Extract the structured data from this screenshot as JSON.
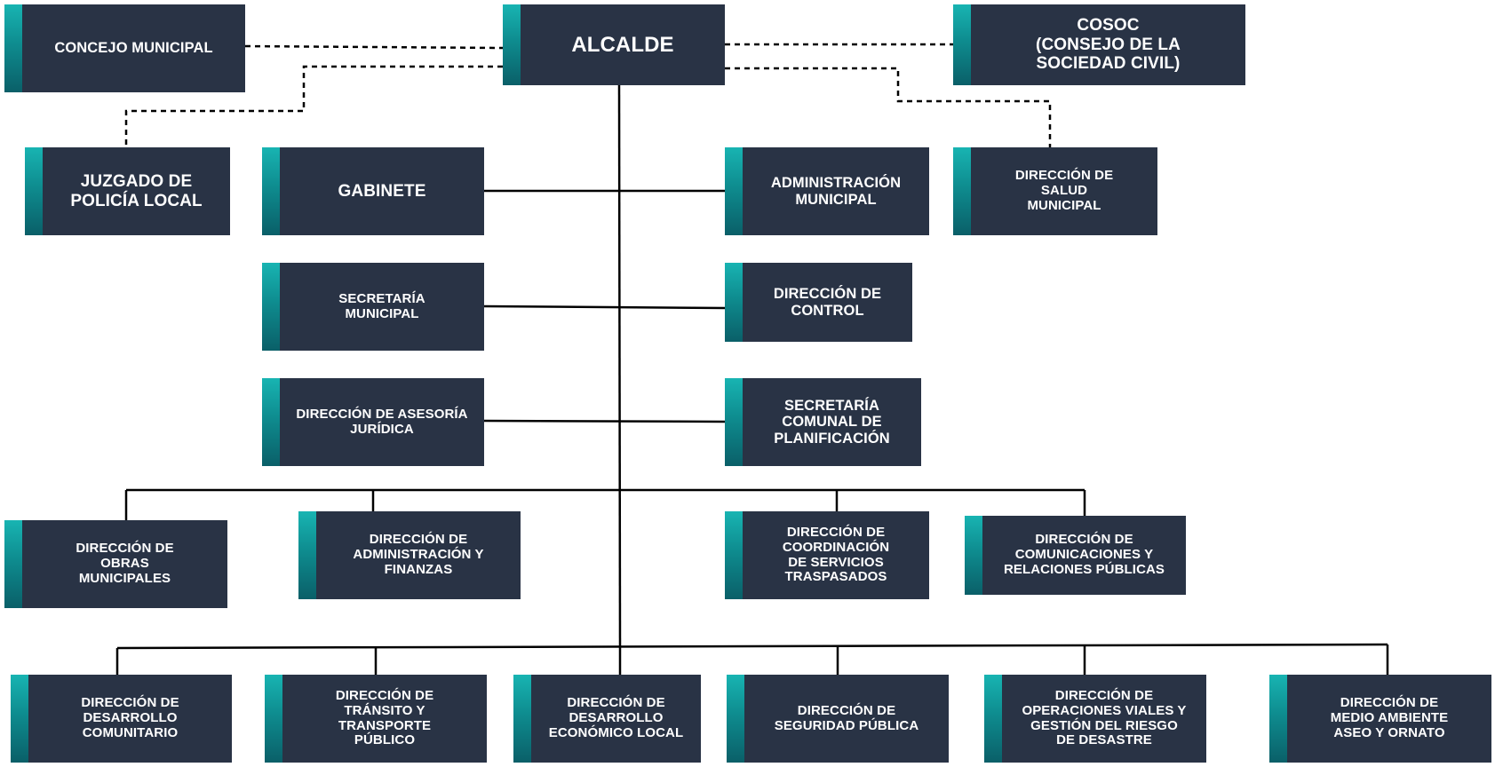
{
  "org_chart": {
    "alcalde": "ALCALDE",
    "concejo": "CONCEJO MUNICIPAL",
    "cosoc": "COSOC\n(CONSEJO DE LA\nSOCIEDAD CIVIL)",
    "juzgado": "JUZGADO DE\nPOLICÍA LOCAL",
    "salud": "DIRECCIÓN DE\nSALUD\nMUNICIPAL",
    "gabinete": "GABINETE",
    "administracion_municipal": "ADMINISTRACIÓN\nMUNICIPAL",
    "secretaria_municipal": "SECRETARÍA\nMUNICIPAL",
    "control": "DIRECCIÓN DE\nCONTROL",
    "asesoria_juridica": "DIRECCIÓN DE ASESORÍA\nJURÍDICA",
    "secplan": "SECRETARÍA\nCOMUNAL DE\nPLANIFICACIÓN",
    "obras": "DIRECCIÓN DE\nOBRAS\nMUNICIPALES",
    "admin_finanzas": "DIRECCIÓN DE\nADMINISTRACIÓN Y\nFINANZAS",
    "servicios_traspasados": "DIRECCIÓN DE\nCOORDINACIÓN\nDE SERVICIOS\nTRASPASADOS",
    "comunicaciones": "DIRECCIÓN DE\nCOMUNICACIONES Y\nRELACIONES PÚBLICAS",
    "desarrollo_comunitario": "DIRECCIÓN DE\nDESARROLLO\nCOMUNITARIO",
    "transito": "DIRECCIÓN DE\nTRÁNSITO Y\nTRANSPORTE\nPÚBLICO",
    "desarrollo_economico": "DIRECCIÓN DE\nDESARROLLO\nECONÓMICO LOCAL",
    "seguridad": "DIRECCIÓN DE\nSEGURIDAD PÚBLICA",
    "operaciones_viales": "DIRECCIÓN DE\nOPERACIONES VIALES Y\nGESTIÓN DEL RIESGO\nDE DESASTRE",
    "medio_ambiente": "DIRECCIÓN DE\nMEDIO AMBIENTE\nASEO Y ORNATO"
  },
  "colors": {
    "box": "#293345",
    "accent": "#0e8c8f",
    "text": "#ffffff",
    "line": "#000000"
  }
}
